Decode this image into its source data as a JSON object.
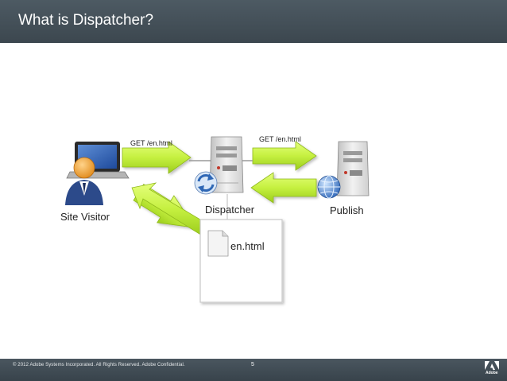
{
  "slide": {
    "title": "What is Dispatcher?"
  },
  "diagram": {
    "request_label_1": "GET /en.html",
    "request_label_2": "GET /en.html",
    "site_visitor_label": "Site Visitor",
    "dispatcher_label": "Dispatcher",
    "publish_label": "Publish",
    "cache_file_label": "en.html"
  },
  "footer": {
    "copyright": "© 2012 Adobe Systems Incorporated.  All Rights Reserved.  Adobe Confidential.",
    "page_number": "5",
    "logo_text": "Adobe"
  },
  "colors": {
    "arrow_green": "#c5f040",
    "header_bg": "#45515a",
    "server_gray": "#d8d8d8"
  },
  "icons": [
    "laptop-icon",
    "user-icon",
    "server-icon",
    "refresh-icon",
    "globe-icon",
    "file-icon",
    "adobe-logo"
  ]
}
